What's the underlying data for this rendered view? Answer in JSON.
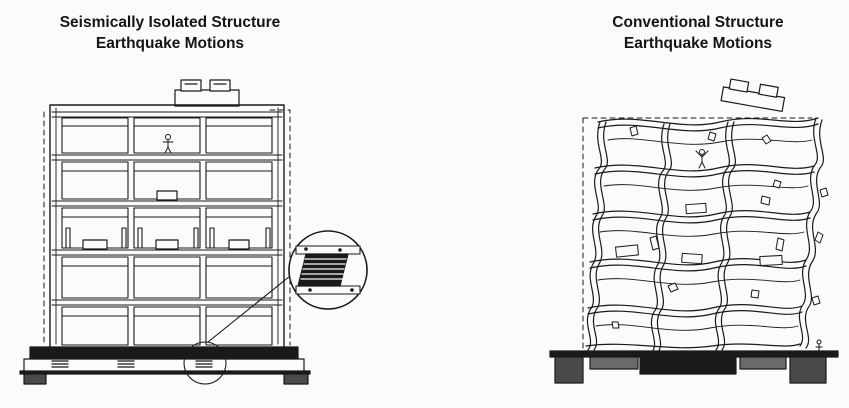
{
  "left_panel": {
    "title_line1": "Seismically Isolated Structure",
    "title_line2": "Earthquake Motions"
  },
  "right_panel": {
    "title_line1": "Conventional Structure",
    "title_line2": "Earthquake Motions"
  },
  "colors": {
    "ink": "#1a1a1a",
    "paper": "#fbfbfb"
  }
}
